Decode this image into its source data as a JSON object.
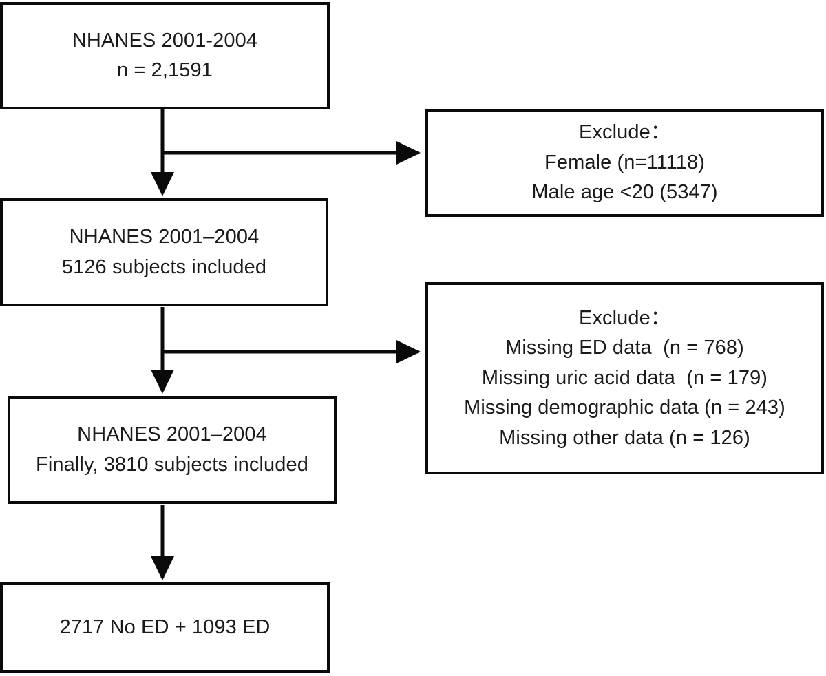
{
  "figure": {
    "type": "flowchart",
    "title": "NHANES participant selection flow diagram",
    "orientation": "vertical with right-side exclusion branches",
    "colors": {
      "stroke": "#0a0a0a",
      "text": "#1a1a1a",
      "background": "#ffffff"
    }
  },
  "nodes": {
    "source": {
      "name": "source-population-box",
      "lines": [
        "NHANES 2001-2004",
        "n = 2,1591"
      ]
    },
    "included": {
      "name": "included-after-sex-age-box",
      "lines": [
        "NHANES 2001–2004",
        "5126 subjects included"
      ]
    },
    "final": {
      "name": "final-analytic-sample-box",
      "lines": [
        "NHANES 2001–2004",
        "Finally, 3810 subjects included"
      ]
    },
    "outcome": {
      "name": "outcome-split-box",
      "lines": [
        "2717 No ED + 1093 ED"
      ]
    },
    "exclude_1": {
      "name": "exclusion-criteria-box-1",
      "lines": [
        "Exclude：",
        "Female (n=11118)",
        "Male age <20 (5347)"
      ]
    },
    "exclude_2": {
      "name": "exclusion-criteria-box-2",
      "lines": [
        "Exclude：",
        "Missing ED data  (n = 768)",
        "Missing uric acid data  (n = 179)",
        "Missing demographic data (n = 243)",
        "Missing other data (n = 126)"
      ]
    }
  },
  "connectors": [
    {
      "name": "arrow-source-to-included",
      "from": "source",
      "to": "included",
      "direction": "down"
    },
    {
      "name": "arrow-to-exclude-1",
      "from": "source",
      "to": "exclude_1",
      "direction": "right"
    },
    {
      "name": "arrow-included-to-final",
      "from": "included",
      "to": "final",
      "direction": "down"
    },
    {
      "name": "arrow-to-exclude-2",
      "from": "included",
      "to": "exclude_2",
      "direction": "right"
    },
    {
      "name": "arrow-final-to-outcome",
      "from": "final",
      "to": "outcome",
      "direction": "down"
    }
  ],
  "counts": {
    "total_nhanes": "2,1591",
    "excluded_female": "11118",
    "excluded_male_under_20": "5347",
    "included_after_exclusions": "5126",
    "missing_ed_data": "768",
    "missing_uric_acid_data": "179",
    "missing_demographic_data": "243",
    "missing_other_data": "126",
    "final_sample": "3810",
    "no_ed": "2717",
    "ed": "1093"
  }
}
